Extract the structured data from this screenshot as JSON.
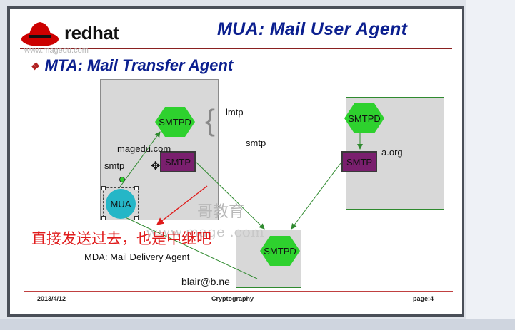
{
  "slide": {
    "logo_text": "redhat",
    "title": "MUA: Mail User Agent",
    "watermark_top": "www.magedu.com",
    "bullet": "MTA: Mail Transfer Agent",
    "footer_date": "2013/4/12",
    "footer_center": "Cryptography",
    "footer_page": "page:4"
  },
  "diagram": {
    "smtpd_top": "SMTPD",
    "smtp_left": "SMTP",
    "domain_left": "magedu.com",
    "mua": "MUA",
    "smtp_label_left": "smtp",
    "lmtp": "lmtp",
    "smtp_label_mid": "smtp",
    "smtpd_right": "SMTPD",
    "smtp_right": "SMTP",
    "domain_right": "a.org",
    "smtpd_bottom": "SMTPD",
    "mda": "MDA: Mail Delivery Agent",
    "recipient": "blair@b.ne"
  },
  "annotation": {
    "text": "直接发送过去，也是中继吧",
    "watermark_mid": "哥教育",
    "watermark_low": "www.mage    .com"
  },
  "colors": {
    "title_blue": "#0b1f8f",
    "hex_green": "#2ed12e",
    "smtp_purple": "#7a1f6e",
    "mua_cyan": "#25b6c7",
    "annotation_red": "#e01b1b"
  },
  "icons": [
    "redhat-logo-icon",
    "bullet-diamond-icon",
    "move-cursor-icon"
  ]
}
